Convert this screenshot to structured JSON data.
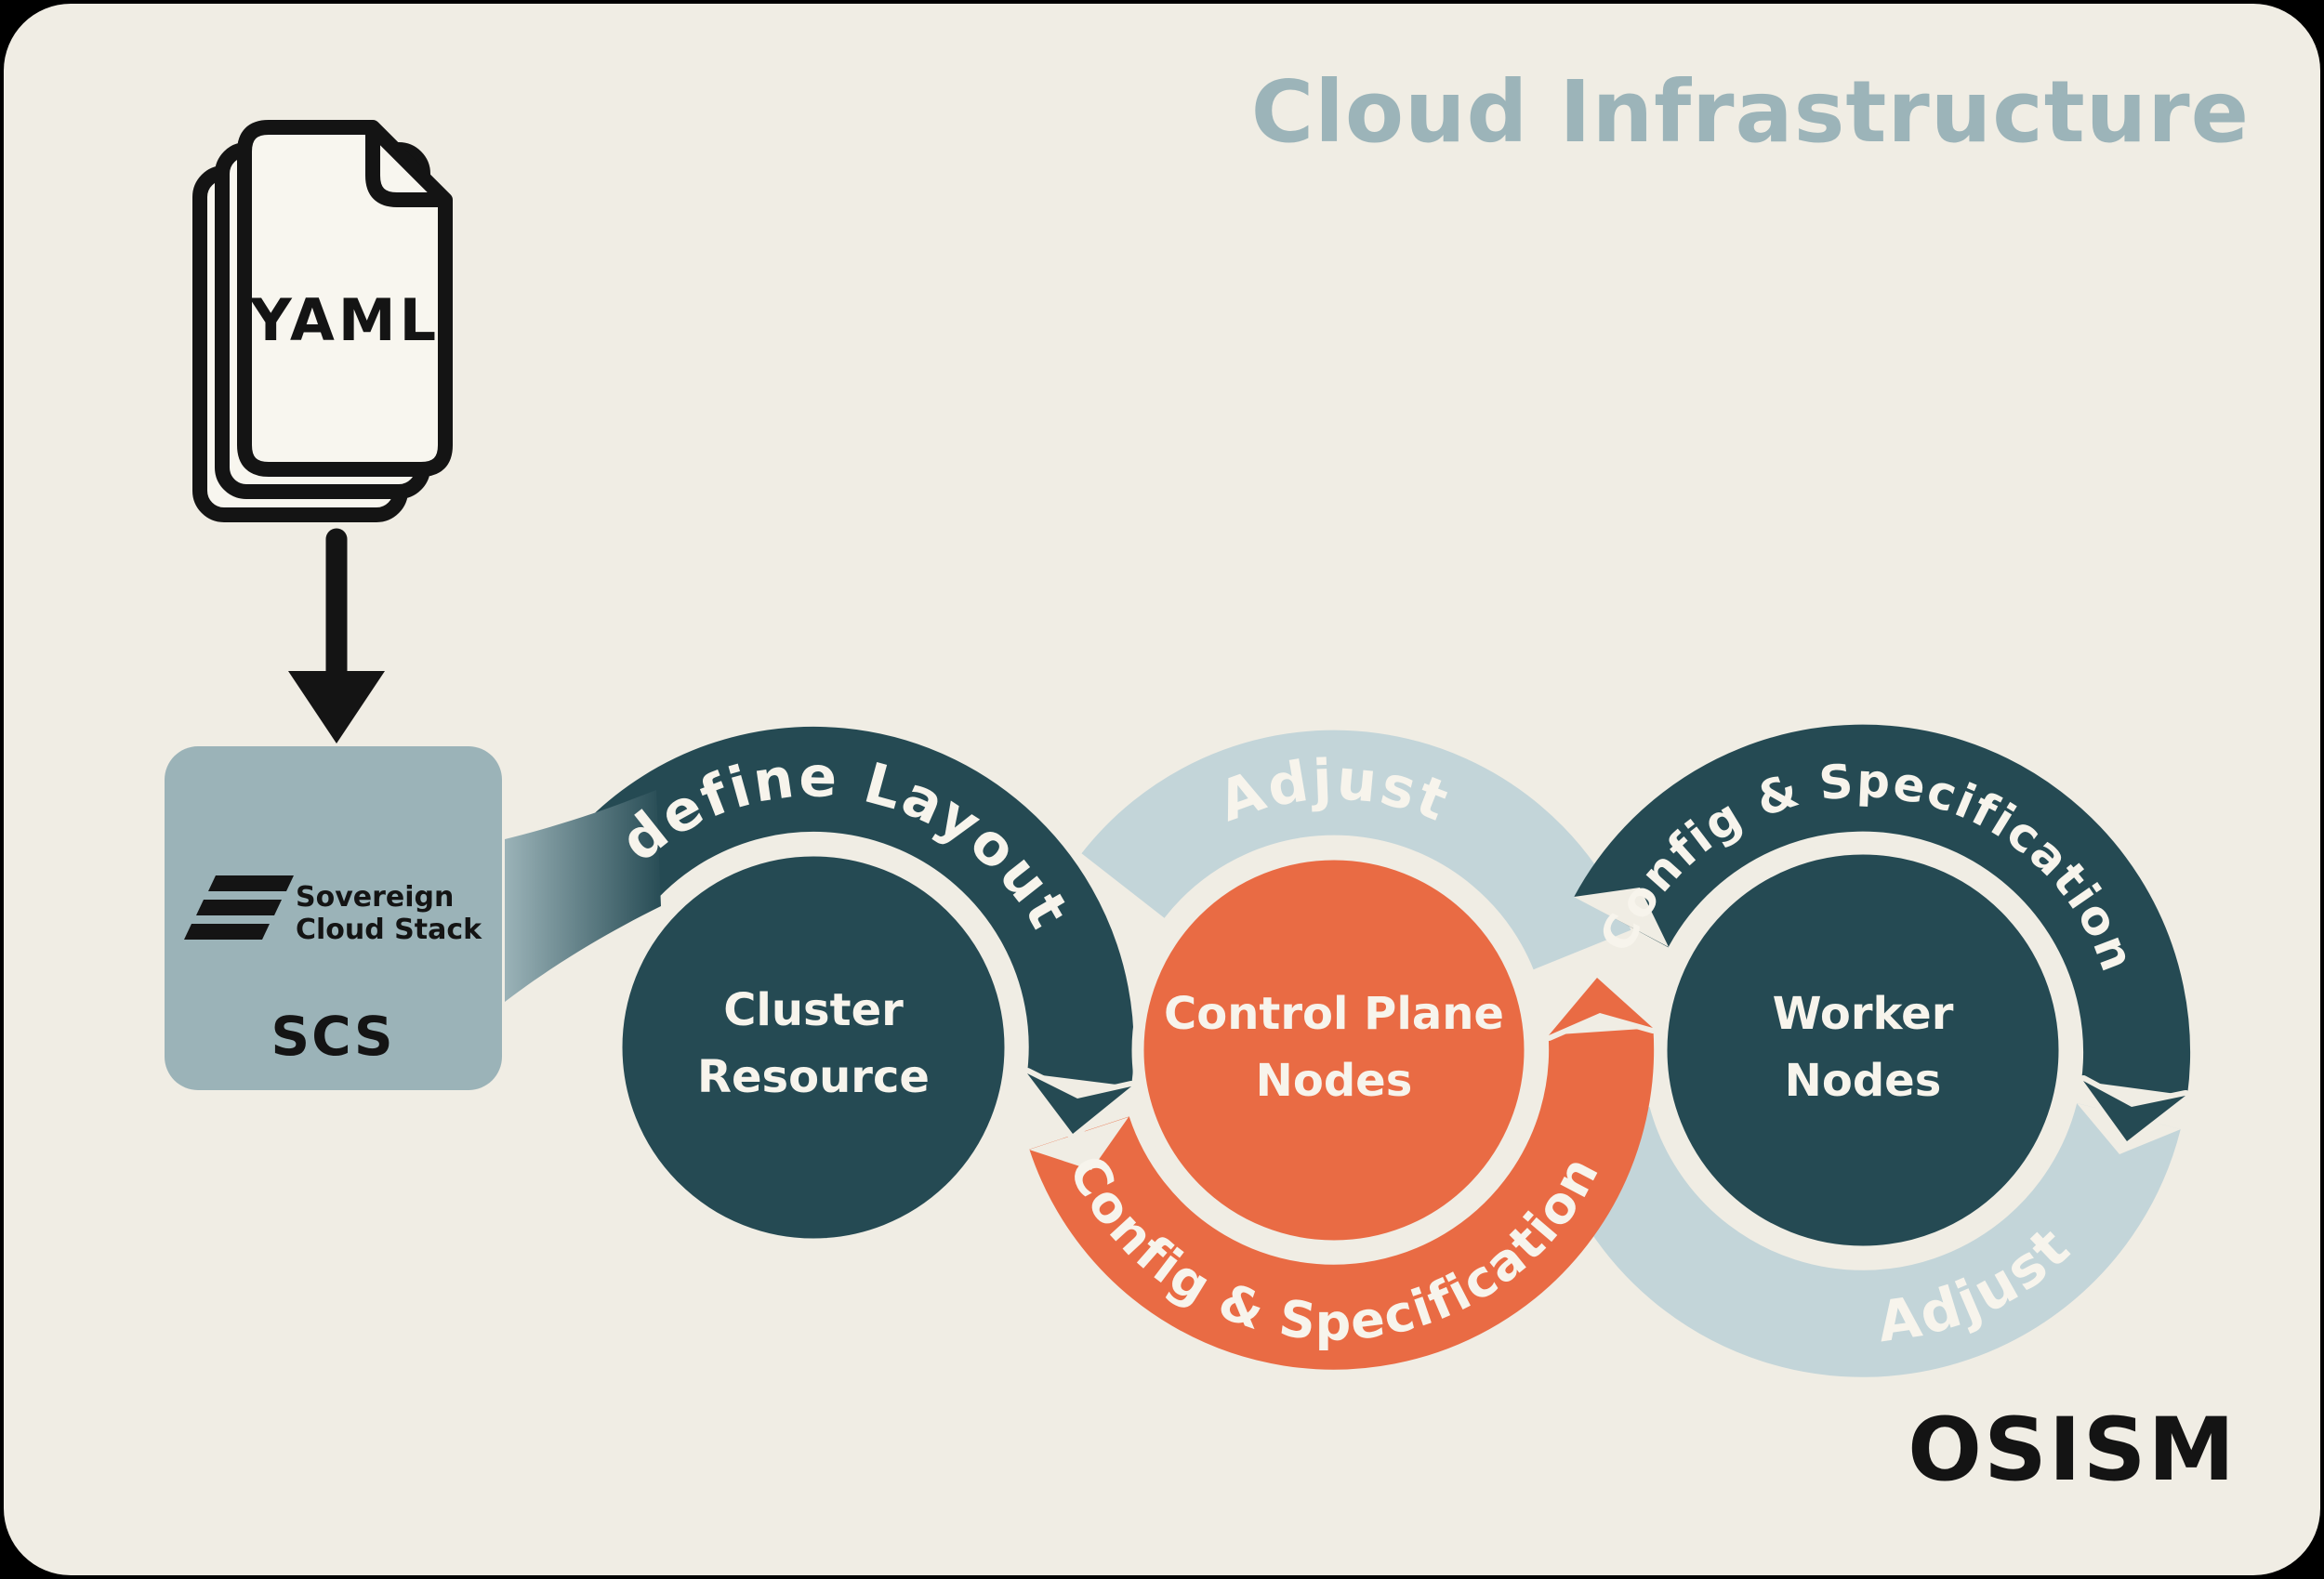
{
  "title": "Cloud Infrastructure",
  "brand_label": "OSISM",
  "yaml_stack": {
    "file_type_label": "YAML"
  },
  "scs_box": {
    "logo_text_line1": "Sovereign",
    "logo_text_line2": "Cloud Stack",
    "label": "SCS"
  },
  "cycle": {
    "nodes": [
      {
        "id": "cluster-resource",
        "label_line1": "Cluster",
        "label_line2": "Resource",
        "color": "#254a53"
      },
      {
        "id": "control-plane",
        "label_line1": "Control Plane",
        "label_line2": "Nodes",
        "color": "#e96b44"
      },
      {
        "id": "worker",
        "label_line1": "Worker",
        "label_line2": "Nodes",
        "color": "#254a53"
      }
    ],
    "arcs": [
      {
        "id": "define-layout",
        "label": "define Layout",
        "color": "#254a53"
      },
      {
        "id": "adjust-control-plane",
        "label": "Adjust",
        "color": "#c3d5d9"
      },
      {
        "id": "config-spec-control",
        "label": "Config & Specification",
        "color": "#e96b44"
      },
      {
        "id": "config-spec-worker",
        "label": "Config & Specification",
        "color": "#254a53"
      },
      {
        "id": "adjust-worker",
        "label": "Adjust",
        "color": "#c3d5d9"
      }
    ]
  },
  "colors": {
    "background": "#f0ede4",
    "frame": "#000000",
    "dark_teal": "#254a53",
    "orange": "#e96b44",
    "light_blue": "#c3d5d9",
    "scs_box": "#9bb3b8",
    "title_text": "#9cb4b9",
    "light_text": "#f7f4ec",
    "dark_text": "#141414"
  }
}
